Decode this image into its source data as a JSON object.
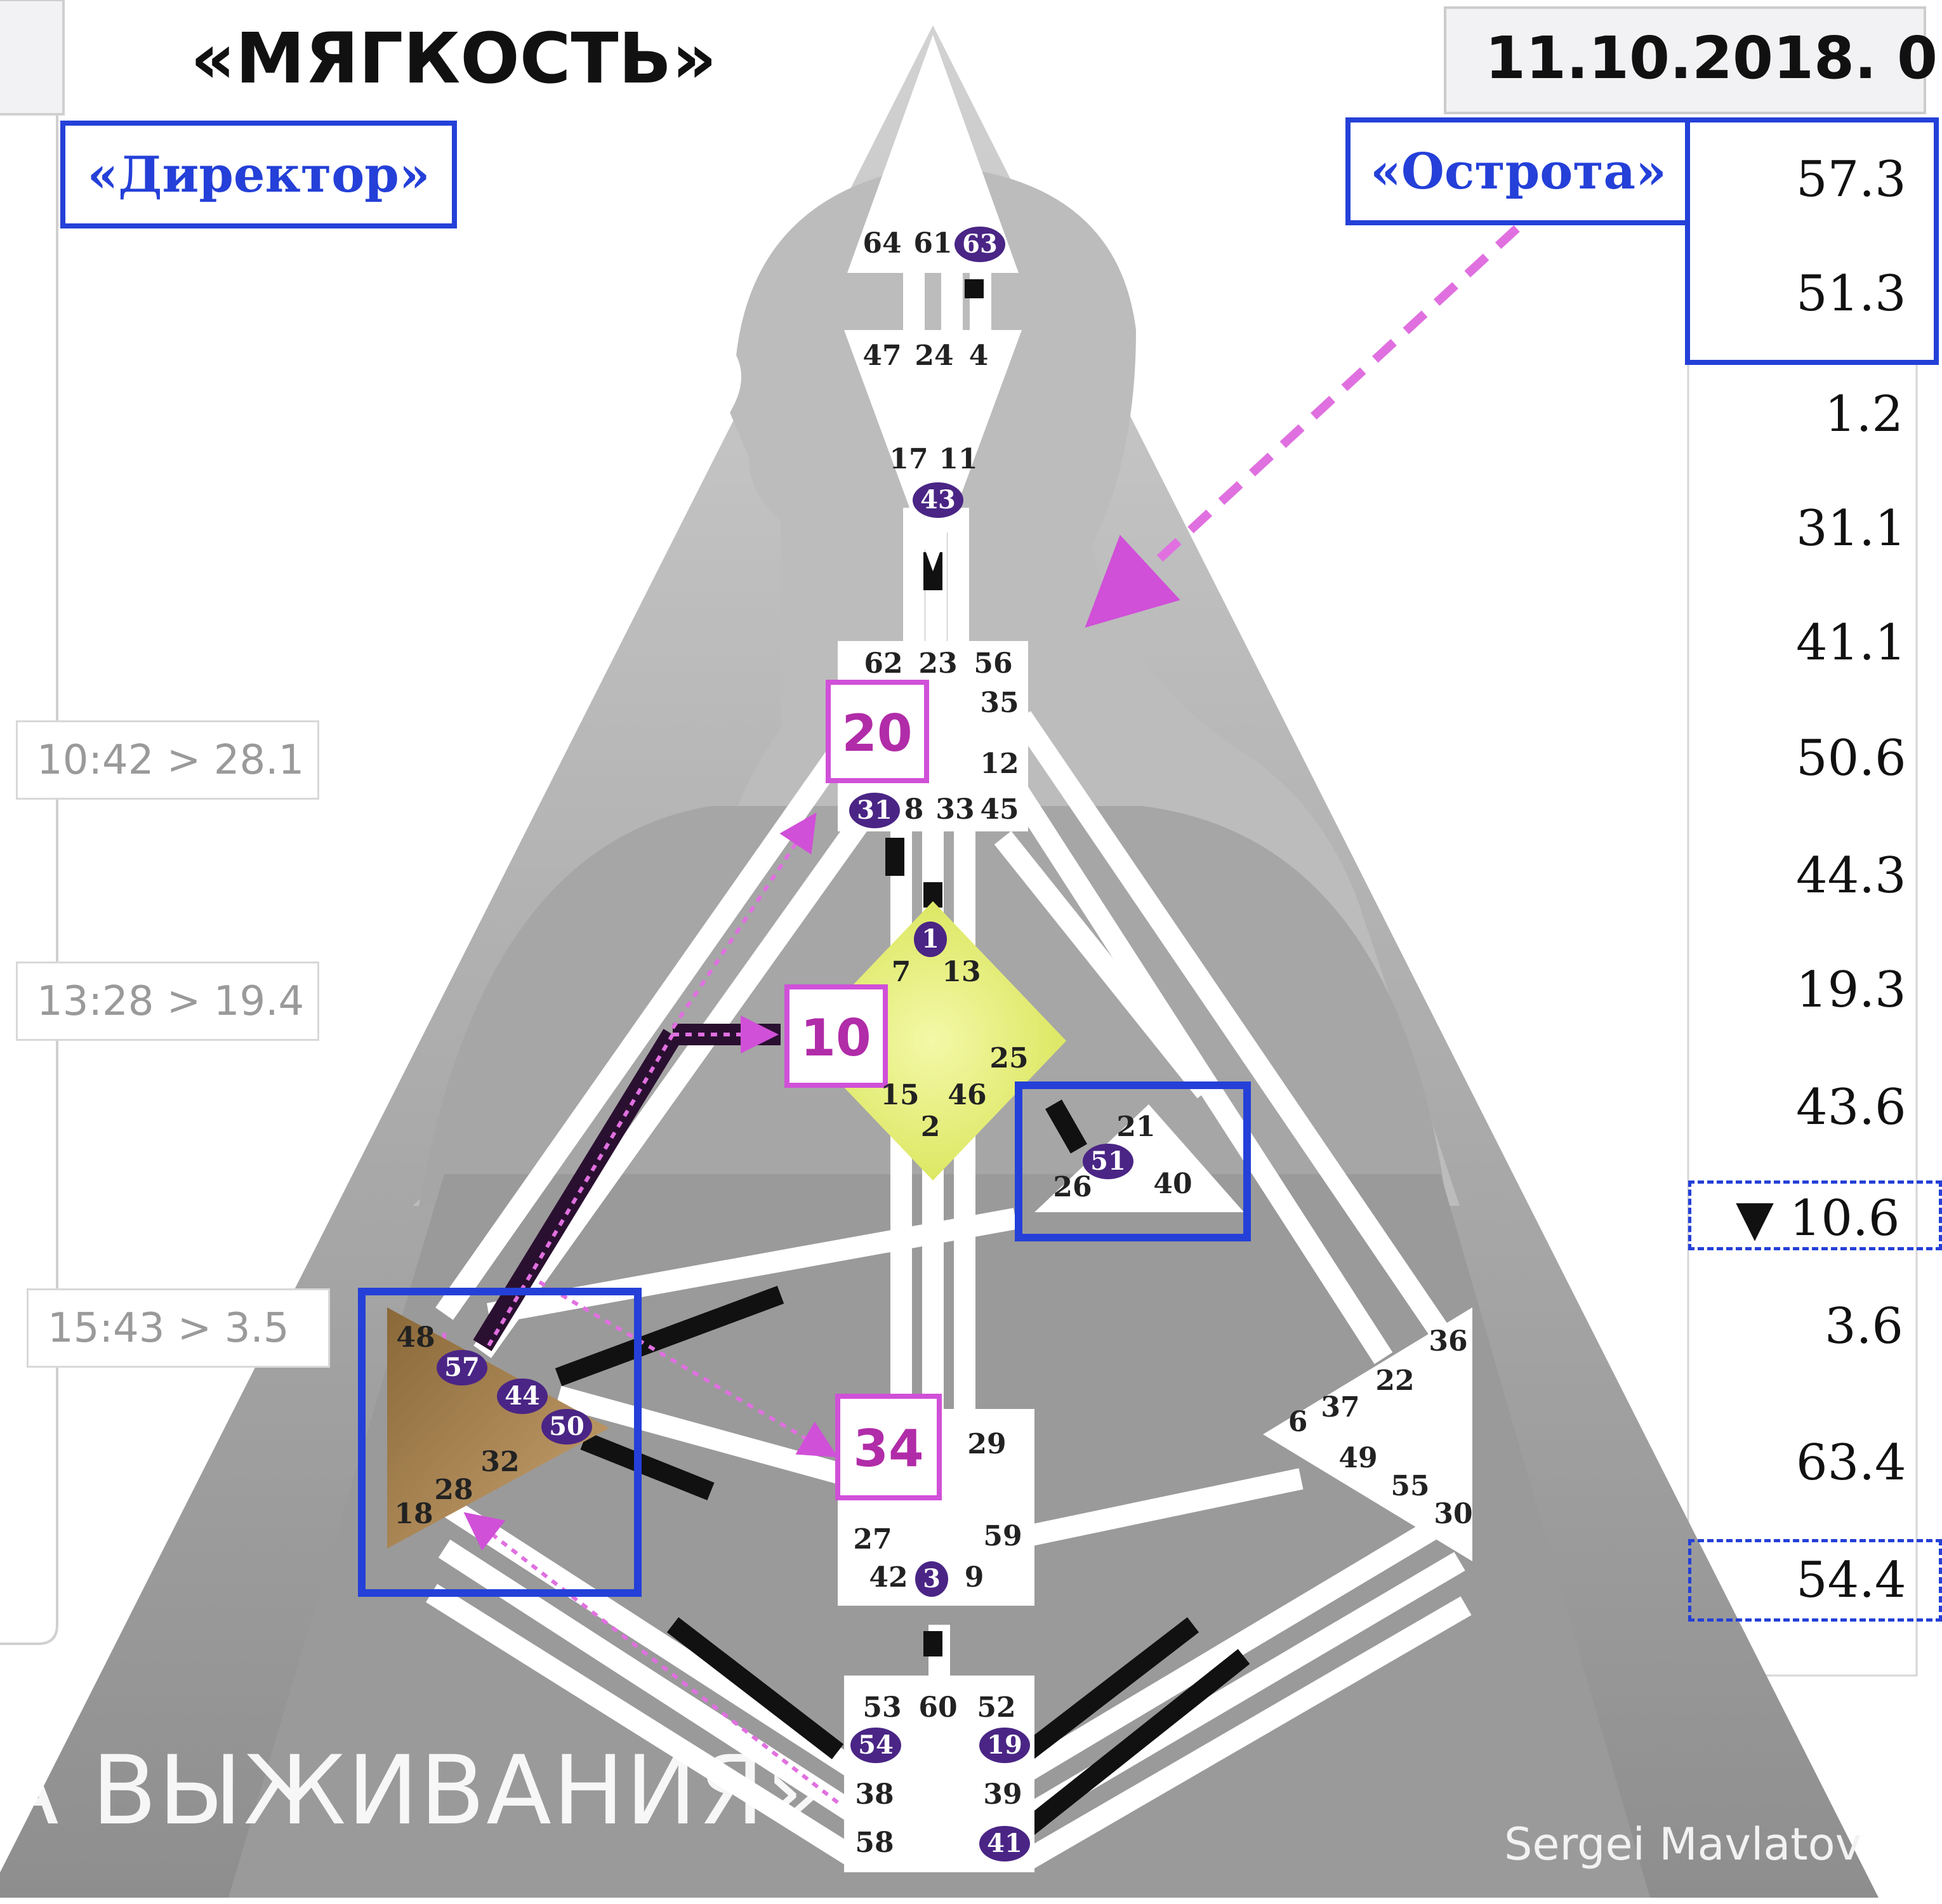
{
  "title": "«МЯГКОСТЬ»",
  "date_text": "11.10.2018. 0",
  "label_director": "«Директор»",
  "label_sharpness": "«Острота»",
  "bottom_title": "А ВЫЖИВАНИЯ»",
  "credit": "Sergei Mavlatov",
  "time_boxes": [
    "10:42 > 28.1",
    "13:28 > 19.4",
    "15:43 > 3.5"
  ],
  "right_values": [
    "57.3",
    "51.3",
    "1.2",
    "31.1",
    "41.1",
    "50.6",
    "44.3",
    "19.3",
    "43.6",
    "▼ 10.6",
    "3.6",
    "63.4",
    "54.4"
  ],
  "highlight_gates": [
    "20",
    "10",
    "34"
  ],
  "gates": {
    "head": [
      "64",
      "61",
      "63"
    ],
    "ajna": [
      "47",
      "24",
      "4",
      "17",
      "11",
      "43"
    ],
    "throat": [
      "62",
      "23",
      "56",
      "35",
      "12",
      "31",
      "8",
      "33",
      "45"
    ],
    "g": [
      "1",
      "7",
      "13",
      "25",
      "15",
      "46",
      "2"
    ],
    "heart": [
      "21",
      "51",
      "26",
      "40"
    ],
    "spleen": [
      "48",
      "57",
      "44",
      "50",
      "32",
      "28",
      "18"
    ],
    "sacral": [
      "29",
      "27",
      "59",
      "42",
      "3",
      "9"
    ],
    "solar": [
      "36",
      "22",
      "37",
      "6",
      "49",
      "55",
      "30"
    ],
    "root": [
      "53",
      "60",
      "52",
      "54",
      "19",
      "38",
      "39",
      "58",
      "41"
    ]
  },
  "colors": {
    "blue": "#2440d8",
    "pink": "#d050d8",
    "purple": "#4a2585",
    "g_center": "#e8f070",
    "spleen": "#a8804a"
  }
}
